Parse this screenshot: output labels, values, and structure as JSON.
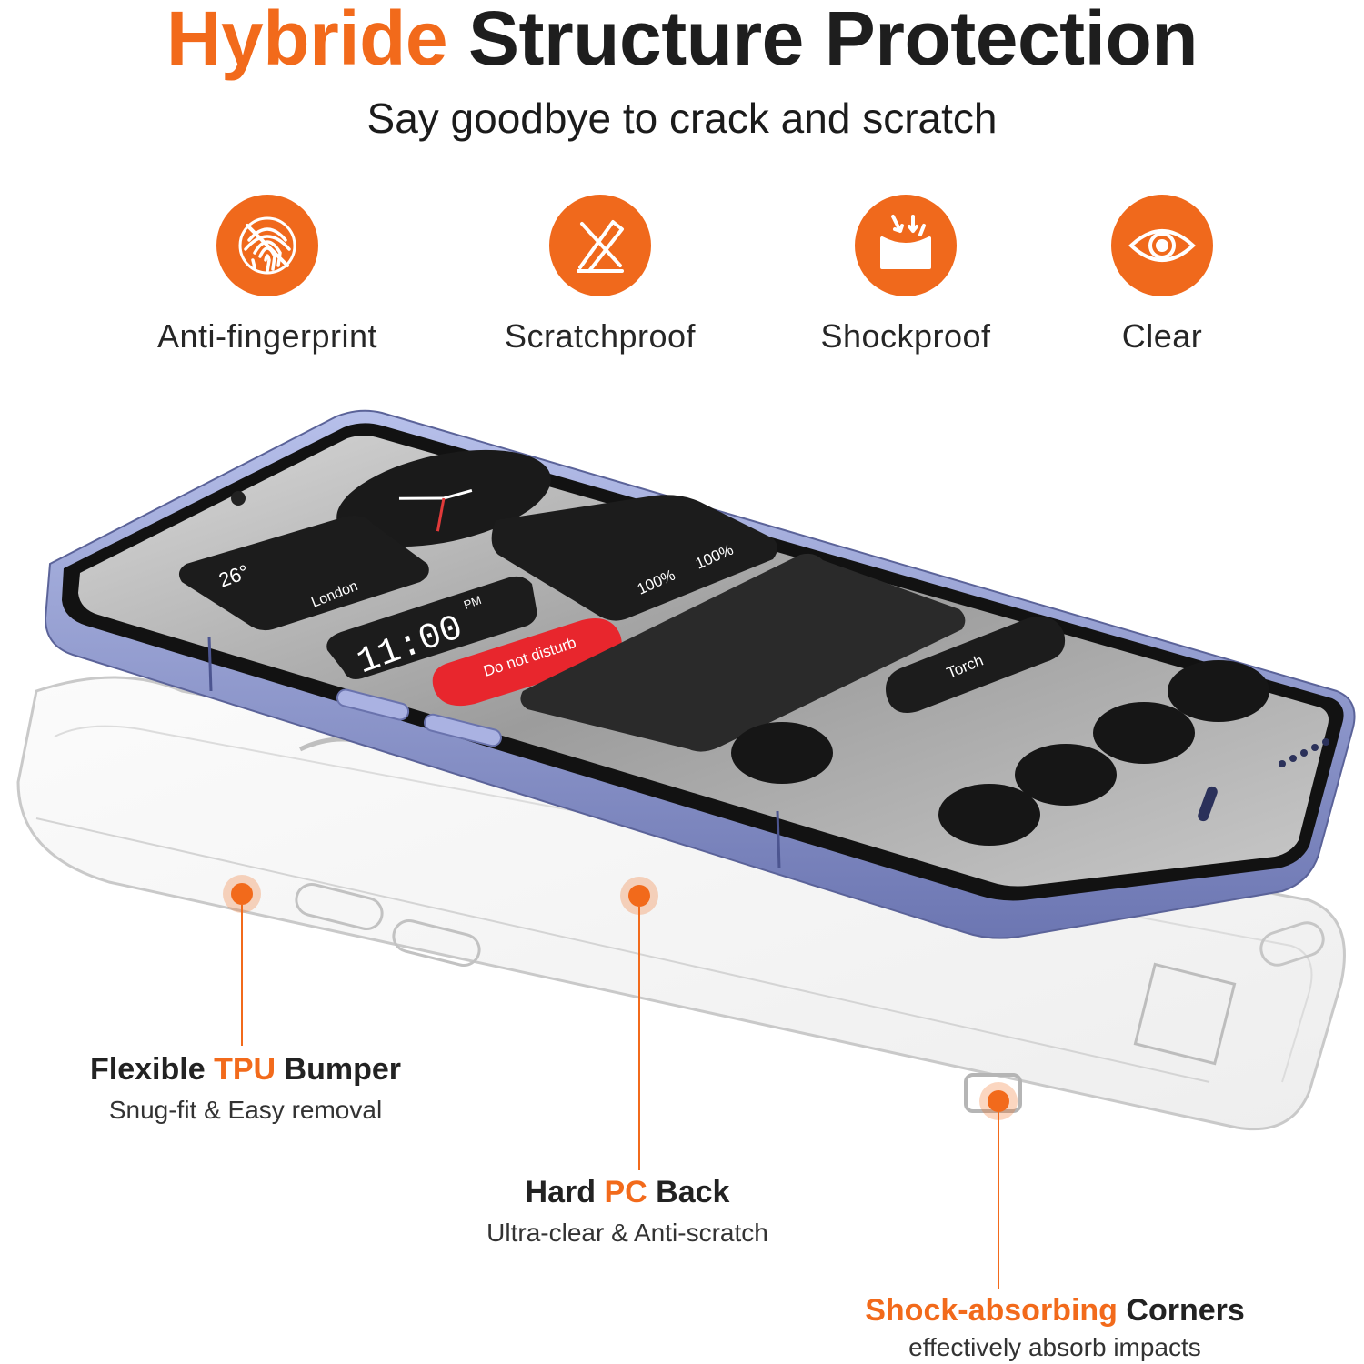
{
  "header": {
    "title_accent": "Hybride",
    "title_rest": "Structure Protection",
    "subtitle": "Say goodbye to crack and scratch"
  },
  "features": [
    {
      "label": "Anti-fingerprint",
      "icon": "fingerprint-slash-icon"
    },
    {
      "label": "Scratchproof",
      "icon": "blade-slash-icon"
    },
    {
      "label": "Shockproof",
      "icon": "impact-arrows-icon"
    },
    {
      "label": "Clear",
      "icon": "eye-icon"
    }
  ],
  "phone_screen": {
    "temperature": "26°",
    "city": "London",
    "time": "11:00",
    "time_suffix": "PM",
    "dnd": "Do not disturb",
    "battery_left": "100%",
    "battery_right": "100%",
    "torch": "Torch"
  },
  "callouts": {
    "bumper": {
      "pre": "Flexible ",
      "accent": "TPU",
      "post": " Bumper",
      "sub": "Snug-fit & Easy removal"
    },
    "back": {
      "pre": "Hard ",
      "accent": "PC",
      "post": " Back",
      "sub": "Ultra-clear & Anti-scratch"
    },
    "corners": {
      "accent": "Shock-absorbing",
      "post": " Corners",
      "sub": "effectively absorb impacts"
    }
  },
  "colors": {
    "accent": "#f26a1b",
    "phone_frame": "#9aa3d8",
    "text": "#1e1e1e"
  }
}
